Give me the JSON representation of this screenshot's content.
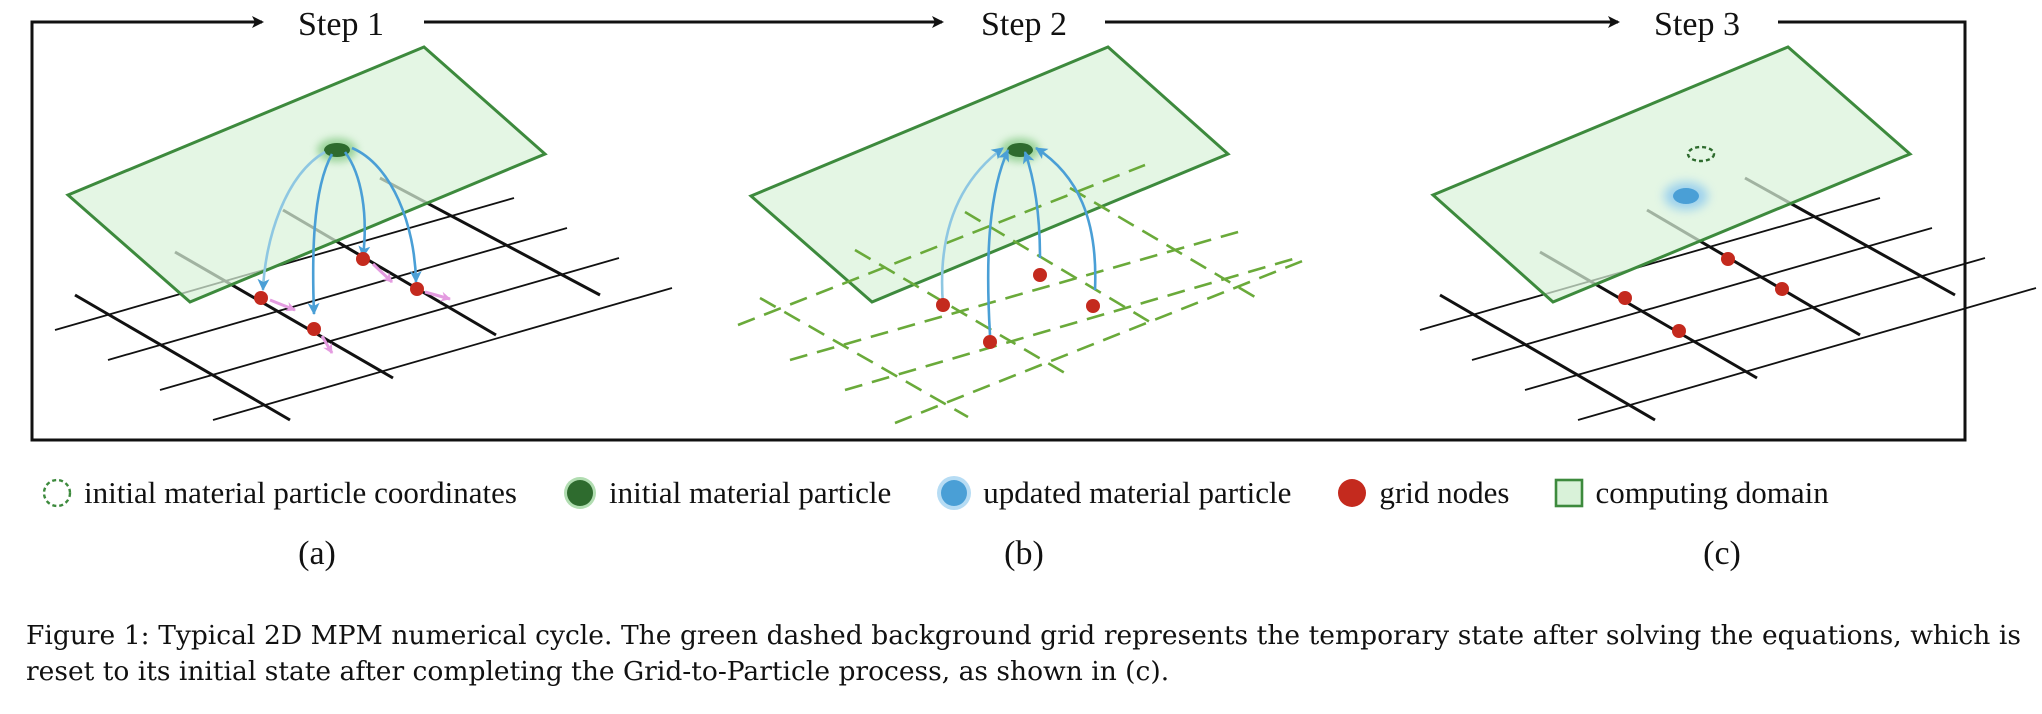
{
  "steps": {
    "step1": "Step 1",
    "step2": "Step 2",
    "step3": "Step 3"
  },
  "legend": {
    "initial_coordinates": "initial material particle coordinates",
    "initial_particle": "initial material particle",
    "updated_particle": "updated material particle",
    "grid_nodes": "grid nodes",
    "computing_domain": "computing domain"
  },
  "panels": {
    "a": "(a)",
    "b": "(b)",
    "c": "(c)"
  },
  "caption": "Figure 1: Typical 2D MPM numerical cycle. The green dashed background grid represents the temporary state after solving the equations, which is reset to its initial state after completing the Grid-to-Particle process, as shown in (c).",
  "colors": {
    "domain_fill": "#d9f2d9",
    "domain_stroke": "#3d8a3d",
    "initial_particle": "#2e6b2e",
    "updated_particle": "#4a9fd6",
    "grid_node": "#c42a1e",
    "arrow": "#5aaad3",
    "velocity_arrow": "#e49be0",
    "dashed_grid": "#6aaa3a"
  }
}
